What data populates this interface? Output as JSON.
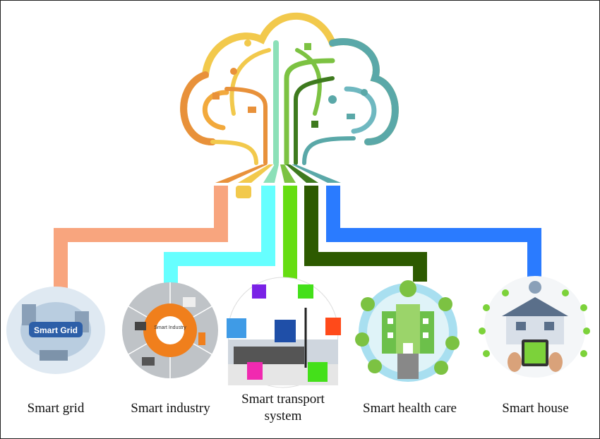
{
  "labels": {
    "grid": "Smart grid",
    "industry": "Smart industry",
    "transport_line1": "Smart transport",
    "transport_line2": "system",
    "health": "Smart health care",
    "house": "Smart house"
  },
  "image_text": {
    "grid_badge": "Smart Grid",
    "industry_center": "Smart Industry"
  },
  "colors": {
    "grid": "#F8A57E",
    "yellow": "#F2C94C",
    "industry": "#66FFFF",
    "transport": "#66DD11",
    "health": "#2D5A00",
    "house": "#2A7BFF",
    "orange": "#E8913A",
    "teal": "#5AA8A8"
  }
}
